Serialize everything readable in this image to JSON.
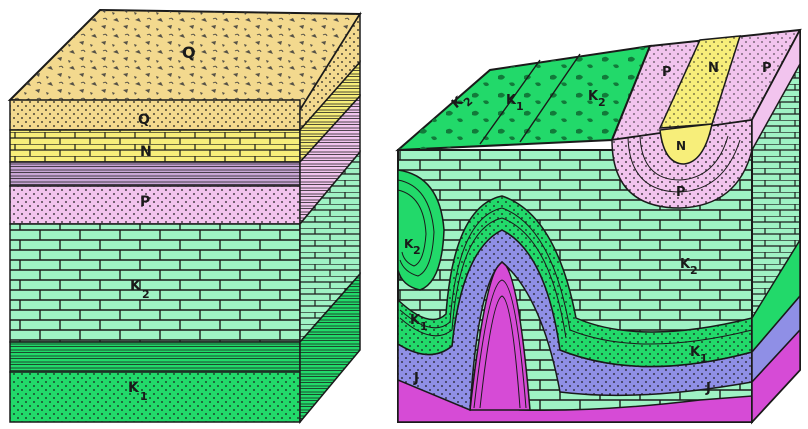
{
  "left_block": {
    "labels": {
      "q_top": "Q",
      "q_side": "Q",
      "n": "N",
      "p": "P",
      "k2": "K",
      "k2_sub": "2",
      "k1": "K",
      "k1_sub": "1"
    }
  },
  "right_block": {
    "labels": {
      "k2_top": "K",
      "k2_top_sub": "2",
      "k1_top": "K",
      "k1_top_sub": "1",
      "k2_top_b": "K",
      "k2_top_b_sub": "2",
      "p_top": "P",
      "n_top": "N",
      "p_top_b": "P",
      "n_core": "N",
      "p_front": "P",
      "k2_front": "K",
      "k2_front_sub": "2",
      "k2_left": "K",
      "k2_left_sub": "2",
      "k1_left": "K",
      "k1_left_sub": "1",
      "k1_front": "K",
      "k1_front_sub": "1",
      "j_left": "J",
      "j_right": "J"
    }
  },
  "colors": {
    "quaternary": "#f3d98e",
    "neogene": "#f7ee7a",
    "paleogene_purple": "#c9a6d6",
    "paleogene_pink": "#f2c4ee",
    "cretaceous_upper": "#9ff2c4",
    "cretaceous_lower": "#22d96a",
    "jurassic": "#8f8fe6",
    "triassic": "#d64bd6",
    "outline": "#1a1a1a"
  }
}
